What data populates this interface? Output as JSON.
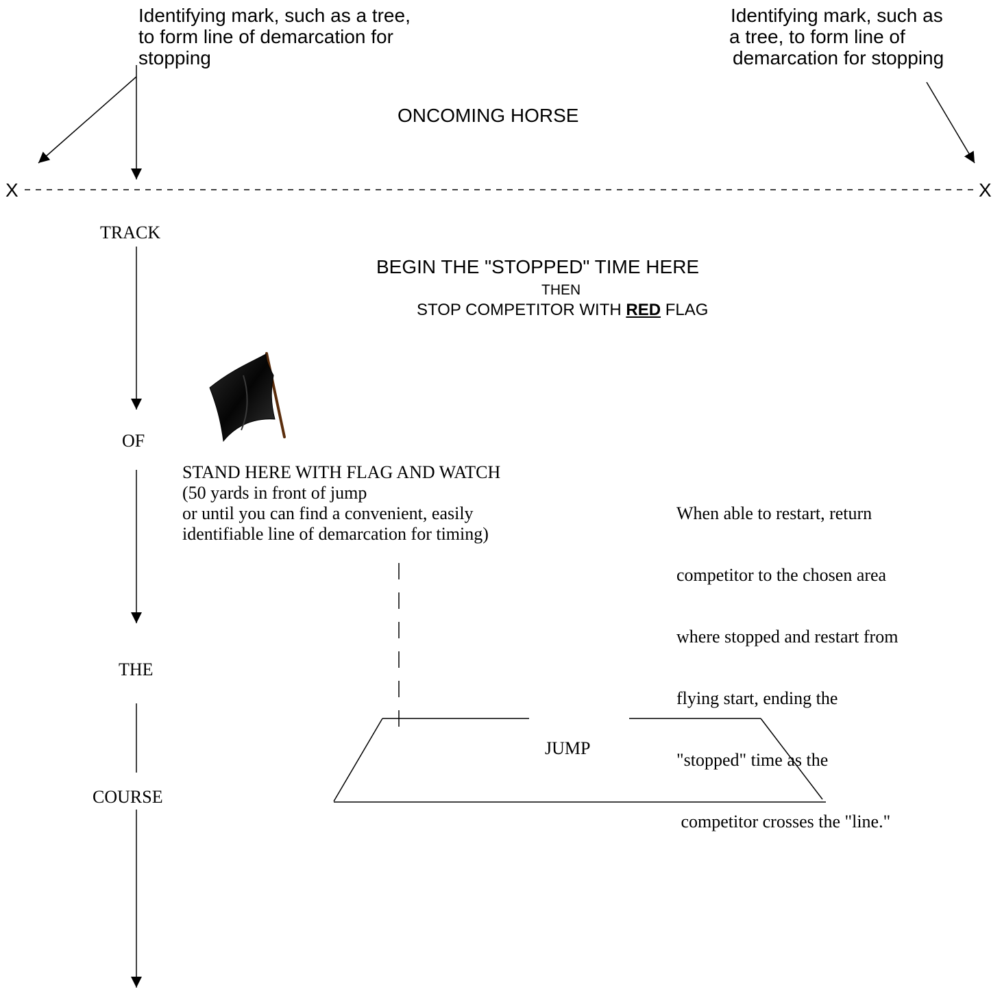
{
  "labels": {
    "left_mark": [
      "Identifying mark, such as a tree,",
      "to form line of demarcation for",
      "stopping"
    ],
    "right_mark": [
      "Identifying mark, such as",
      "a tree, to form line of",
      "demarcation for stopping"
    ],
    "oncoming_horse": "ONCOMING HORSE",
    "x_left": "X",
    "x_right": "X",
    "track_words": {
      "track": "TRACK",
      "of": "OF",
      "the": "THE",
      "course": "COURSE"
    },
    "begin_stopped": "BEGIN THE \"STOPPED\" TIME HERE",
    "then": "THEN",
    "stop_competitor": {
      "before": "STOP COMPETITOR WITH",
      "emphasis": "RED",
      "after": "FLAG"
    },
    "stand_here": [
      "STAND HERE WITH FLAG AND WATCH",
      "(50 yards in front of jump",
      "or until you can find a convenient, easily",
      "identifiable line of demarcation for timing)"
    ],
    "restart": [
      "When able to restart, return",
      "competitor to the chosen area",
      "where stopped and restart from",
      "flying start, ending the",
      "\"stopped\" time as the",
      " competitor crosses the \"line.\""
    ],
    "jump": "JUMP"
  },
  "icons": {
    "flag": "black-flag-icon"
  },
  "colors": {
    "ink": "#000000",
    "flag_cloth": "#111111",
    "flag_pole": "#5a2d0c"
  }
}
